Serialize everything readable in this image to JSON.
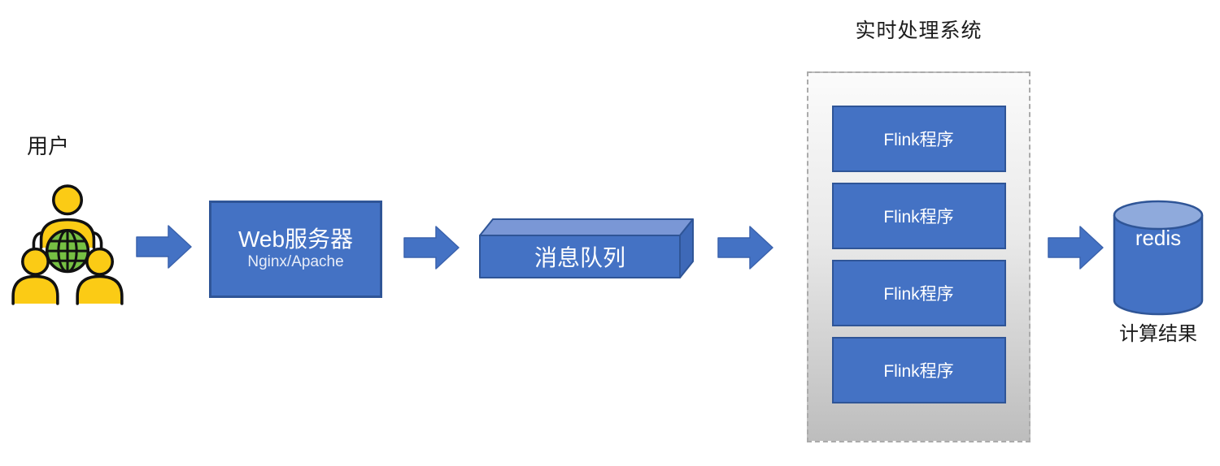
{
  "diagram": {
    "title": "实时处理系统",
    "colors": {
      "node_fill": "#4472C4",
      "node_border": "#2F5597",
      "cube_top": "#7A97D6",
      "cube_side": "#3E69B8",
      "cylinder_top": "#8FAADC",
      "arrow_fill": "#4472C4",
      "container_border": "#ABABAB",
      "container_gradient_top": "#FBFBFB",
      "container_gradient_bottom": "#BDBDBD",
      "user_yellow": "#FBCB15",
      "globe_green": "#76C043",
      "text_dark": "#1c1c1c",
      "text_light": "#FFFFFF"
    },
    "nodes": {
      "users": {
        "label": "用户"
      },
      "web_server": {
        "title": "Web服务器",
        "subtitle": "Nginx/Apache"
      },
      "message_queue": {
        "label": "消息队列"
      },
      "processing": {
        "title": "实时处理系统",
        "boxes": [
          {
            "label": "Flink程序"
          },
          {
            "label": "Flink程序"
          },
          {
            "label": "Flink程序"
          },
          {
            "label": "Flink程序"
          }
        ]
      },
      "redis": {
        "label": "redis",
        "caption": "计算结果"
      }
    }
  }
}
